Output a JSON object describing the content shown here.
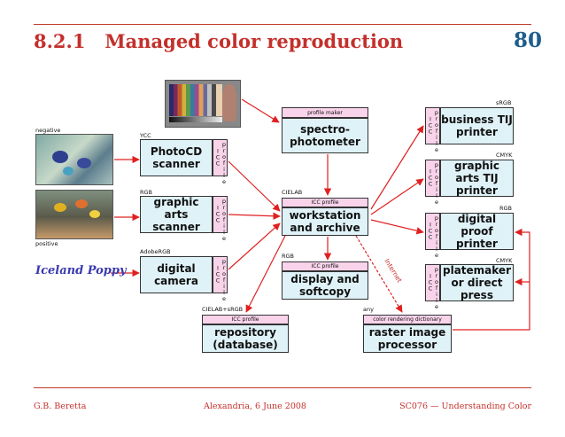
{
  "header": {
    "section": "8.2.1",
    "title": "Managed color reproduction",
    "page": "80"
  },
  "footer": {
    "author": "G.B. Beretta",
    "venue": "Alexandria, 6 June 2008",
    "course": "SC076 — Understanding Color"
  },
  "inputs": {
    "negative": "negative",
    "positive": "positive",
    "logo": "Iceland Poppy"
  },
  "devices": {
    "photocd": {
      "space": "YCC",
      "name": "PhotoCD scanner",
      "tag": "ICC",
      "tag2": "profile"
    },
    "ga_scanner": {
      "space": "RGB",
      "name": "graphic arts scanner",
      "tag": "ICC",
      "tag2": "profile"
    },
    "camera": {
      "space": "AdobeRGB",
      "name": "digital camera",
      "tag": "ICC",
      "tag2": "profile"
    },
    "spectro": {
      "tag": "profile maker",
      "name": "spectro- photometer"
    },
    "workstation": {
      "space": "CIELAB",
      "tag": "ICC profile",
      "name": "workstation and archive"
    },
    "display": {
      "space": "RGB",
      "tag": "ICC profile",
      "name": "display and softcopy"
    },
    "repository": {
      "space": "CIELAB+sRGB",
      "tag": "ICC profile",
      "name": "repository (database)"
    },
    "rip": {
      "space": "any",
      "tag": "color rendering dictionary",
      "name": "raster image processor"
    },
    "business": {
      "space": "sRGB",
      "name": "business TIJ printer",
      "tag": "ICC",
      "tag2": "profile"
    },
    "ga_tij": {
      "space": "CMYK",
      "name": "graphic arts TIJ printer",
      "tag": "ICC",
      "tag2": "profile"
    },
    "proof": {
      "space": "RGB",
      "name": "digital proof printer",
      "tag": "ICC",
      "tag2": "profile"
    },
    "plate": {
      "space": "CMYK",
      "name": "platemaker or direct press",
      "tag": "ICC",
      "tag2": "profile"
    }
  },
  "edges": {
    "internet": "Internet"
  },
  "colors": {
    "title": "#c4302b",
    "pagenum": "#1d5e8c",
    "arrow": "#e02020",
    "box": "#dff2f8",
    "tag": "#f8d3ea"
  }
}
